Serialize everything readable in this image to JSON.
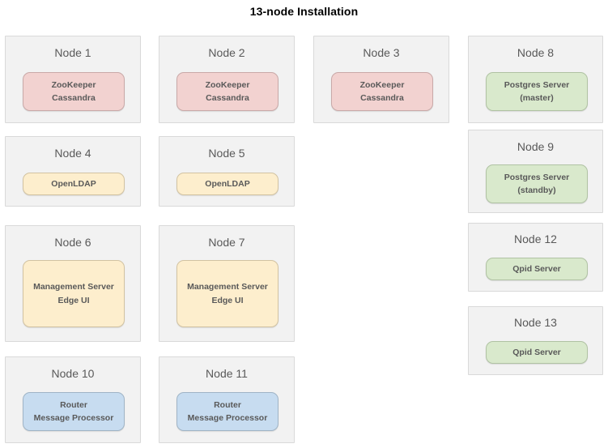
{
  "title": "13-node Installation",
  "colors": {
    "card_bg": "#f2f2f2",
    "card_border": "#d9d9d9",
    "pink": "#f2d2d0",
    "green": "#d9e9cc",
    "amber": "#fdeecd",
    "blue": "#c7dcf0",
    "text": "#595959",
    "title_text": "#000000"
  },
  "nodes": [
    {
      "id": "node-1",
      "label": "Node 1",
      "color": "pink",
      "services": [
        "ZooKeeper",
        "Cassandra"
      ]
    },
    {
      "id": "node-2",
      "label": "Node 2",
      "color": "pink",
      "services": [
        "ZooKeeper",
        "Cassandra"
      ]
    },
    {
      "id": "node-3",
      "label": "Node 3",
      "color": "pink",
      "services": [
        "ZooKeeper",
        "Cassandra"
      ]
    },
    {
      "id": "node-8",
      "label": "Node 8",
      "color": "green",
      "services": [
        "Postgres Server",
        "(master)"
      ]
    },
    {
      "id": "node-4",
      "label": "Node 4",
      "color": "amber",
      "services": [
        "OpenLDAP"
      ]
    },
    {
      "id": "node-5",
      "label": "Node 5",
      "color": "amber",
      "services": [
        "OpenLDAP"
      ]
    },
    {
      "id": "node-9",
      "label": "Node 9",
      "color": "green",
      "services": [
        "Postgres Server",
        "(standby)"
      ]
    },
    {
      "id": "node-6",
      "label": "Node 6",
      "color": "amber",
      "services": [
        "Management Server",
        "Edge UI"
      ]
    },
    {
      "id": "node-7",
      "label": "Node 7",
      "color": "amber",
      "services": [
        "Management Server",
        "Edge UI"
      ]
    },
    {
      "id": "node-12",
      "label": "Node 12",
      "color": "green",
      "services": [
        "Qpid Server"
      ]
    },
    {
      "id": "node-10",
      "label": "Node 10",
      "color": "blue",
      "services": [
        "Router",
        "Message Processor"
      ]
    },
    {
      "id": "node-11",
      "label": "Node 11",
      "color": "blue",
      "services": [
        "Router",
        "Message Processor"
      ]
    },
    {
      "id": "node-13",
      "label": "Node 13",
      "color": "green",
      "services": [
        "Qpid Server"
      ]
    }
  ]
}
